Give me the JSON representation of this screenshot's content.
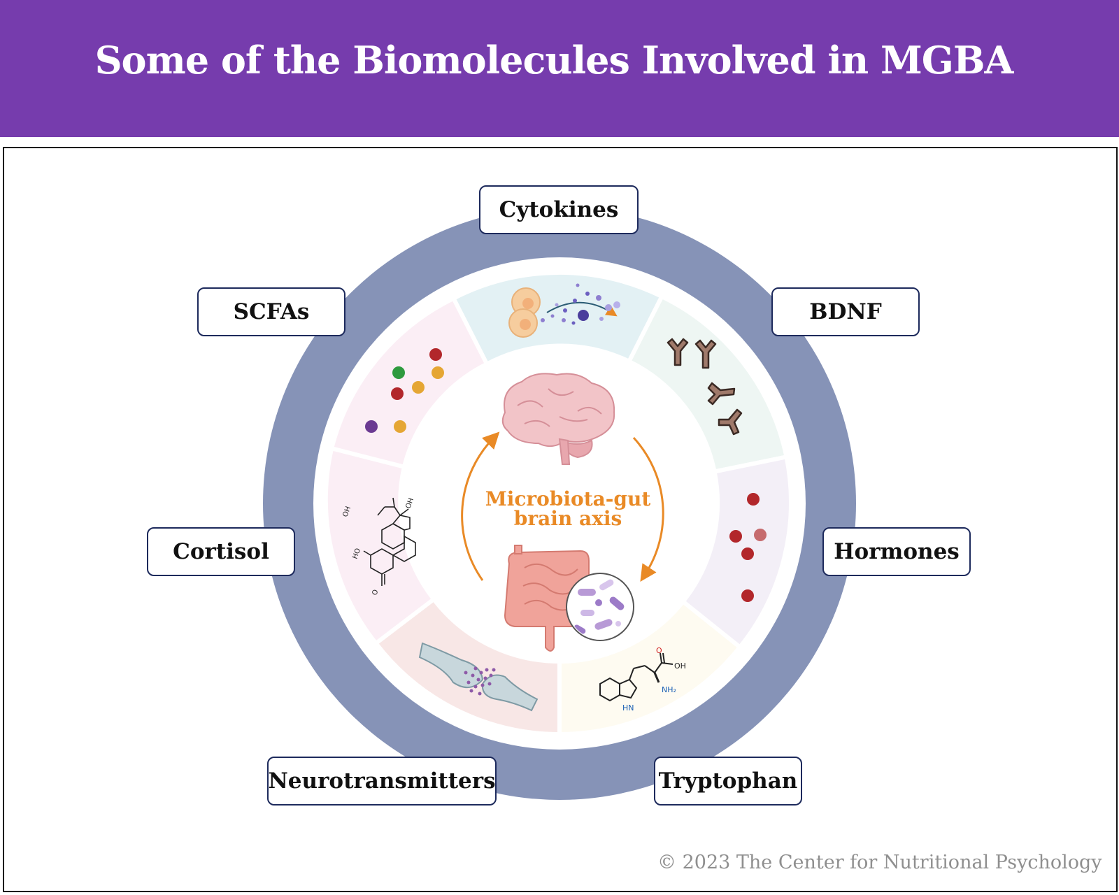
{
  "header": {
    "title": "Some of the Biomolecules Involved in MGBA"
  },
  "center": {
    "line1": "Microbiota-gut",
    "line2": "brain axis"
  },
  "labels": {
    "cytokines": "Cytokines",
    "bdnf": "BDNF",
    "hormones": "Hormones",
    "tryptophan": "Tryptophan",
    "neurotransmitters": "Neurotransmitters",
    "cortisol": "Cortisol",
    "scfas": "SCFAs"
  },
  "molecule_labels": {
    "cortisol_oh1": "OH",
    "cortisol_oh2": "OH",
    "cortisol_ho": "HO",
    "cortisol_o": "O",
    "tryptophan_o": "O",
    "tryptophan_oh": "OH",
    "tryptophan_nh2": "NH₂",
    "tryptophan_hn": "HN"
  },
  "footer": {
    "copyright": "© 2023 The Center for Nutritional Psychology"
  },
  "colors": {
    "header_bg": "#763cad",
    "ring": "#8693b7",
    "label_border": "#1d2a5c",
    "arrow": "#e98a26",
    "center_text": "#e98a26",
    "seg_cytokines": "#e3f1f4",
    "seg_bdnf": "#eef6f3",
    "seg_hormones": "#f3eff7",
    "seg_tryptophan": "#fefbf1",
    "seg_neurotransmitters": "#f8e7e6",
    "seg_cortisol": "#fbeef5",
    "seg_scfas": "#fbeef5"
  },
  "icons": {
    "center_top": "brain-icon",
    "center_bottom": "intestine-icon",
    "microbes": "bacteria-magnifier-icon",
    "cytokines": "cells-releasing-cytokines-icon",
    "bdnf": "bdnf-protein-icon",
    "hormones": "hormone-molecules-icon",
    "tryptophan": "tryptophan-structure-icon",
    "neurotransmitters": "synapse-icon",
    "cortisol": "cortisol-structure-icon",
    "scfas": "scfa-molecules-icon"
  }
}
